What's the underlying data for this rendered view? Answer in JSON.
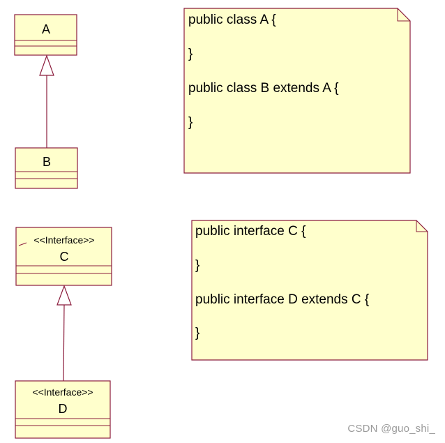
{
  "colors": {
    "box_fill": "#ffffcc",
    "border": "#8b1c3c",
    "text": "#000000",
    "watermark": "#9a9a9a"
  },
  "classes": {
    "a": {
      "name": "A",
      "stereotype": ""
    },
    "b": {
      "name": "B",
      "stereotype": ""
    },
    "c": {
      "name": "C",
      "stereotype": "<<Interface>>"
    },
    "d": {
      "name": "D",
      "stereotype": "<<Interface>>"
    }
  },
  "notes": {
    "classes_note": {
      "lines": [
        "public class A {",
        "}",
        "public class B extends A {",
        "}"
      ]
    },
    "interfaces_note": {
      "lines": [
        "public interface C {",
        "}",
        "public interface D extends C {",
        "}"
      ]
    }
  },
  "relations": [
    {
      "type": "generalization",
      "from": "B",
      "to": "A"
    },
    {
      "type": "generalization",
      "from": "D",
      "to": "C"
    }
  ],
  "watermark": "CSDN @guo_shi_"
}
